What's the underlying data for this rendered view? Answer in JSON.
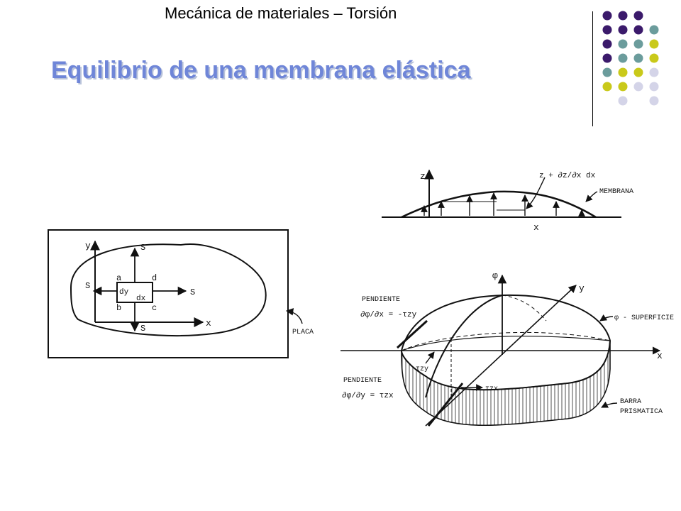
{
  "header": {
    "subtitle": "Mecánica de materiales – Torsión",
    "title": "Equilibrio de una membrana elástica"
  },
  "decor": {
    "dot_colors": {
      "purple": "#3b1a6b",
      "teal": "#6b9c9c",
      "olive": "#c9c91a",
      "lavender": "#d4d4e8"
    }
  },
  "figure_left": {
    "axis_y": "y",
    "axis_x": "x",
    "force_top": "S",
    "force_bottom": "S",
    "force_left": "S",
    "force_right": "S",
    "corner_a": "a",
    "corner_b": "b",
    "corner_c": "c",
    "corner_d": "d",
    "dy": "dy",
    "dx": "dx",
    "plate_label": "PLACA"
  },
  "figure_top": {
    "axis_z": "z",
    "axis_x": "x",
    "slope_label": "z + ∂z/∂x dx",
    "membrane_label": "MEMBRANA"
  },
  "figure_bottom": {
    "axis_phi": "φ",
    "axis_y": "y",
    "axis_x": "x",
    "slope1_title": "PENDIENTE",
    "slope1_eq": "∂φ/∂x = -τzy",
    "slope2_title": "PENDIENTE",
    "slope2_eq": "∂φ/∂y = τzx",
    "surface_label": "φ - SUPERFICIE",
    "bar_label_1": "BARRA",
    "bar_label_2": "PRISMATICA",
    "tau_zy": "τzy",
    "tau_zx": "τzx"
  }
}
